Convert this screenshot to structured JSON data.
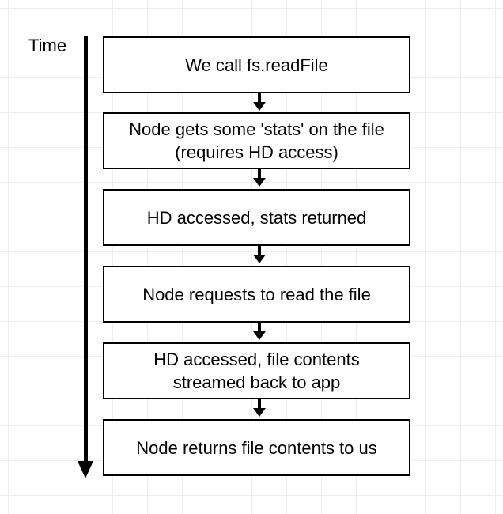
{
  "time_label": "Time",
  "steps": [
    {
      "text": "We call fs.readFile"
    },
    {
      "text": "Node gets some 'stats' on the file\n(requires HD access)"
    },
    {
      "text": "HD accessed, stats returned"
    },
    {
      "text": "Node requests to read the file"
    },
    {
      "text": "HD accessed, file contents\nstreamed back to app"
    },
    {
      "text": "Node returns file contents to us"
    }
  ]
}
